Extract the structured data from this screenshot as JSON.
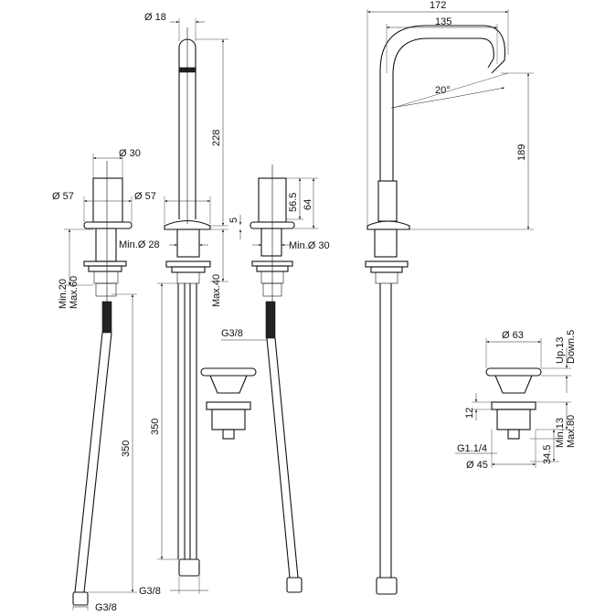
{
  "dimensions": {
    "d18": "Ø 18",
    "d30_top": "Ø 30",
    "d57_left": "Ø 57",
    "d57_mid": "Ø 57",
    "h228": "228",
    "h5": "5",
    "min28": "Min.Ø 28",
    "max40": "Max.40",
    "min20": "Min.20",
    "max60": "Max.60",
    "h350_left": "350",
    "h350_mid": "350",
    "g38_bottom_left": "G3/8",
    "g38_bottom_mid": "G3/8",
    "h56_5": "56.5",
    "h64": "64",
    "min30": "Min.Ø 30",
    "g38_right": "G3/8",
    "w172": "172",
    "w135": "135",
    "angle20": "20°",
    "h189": "189",
    "d63": "Ø 63",
    "up13": "Up.13",
    "down5": "Down.5",
    "h12": "12",
    "min13": "Min.13",
    "max80": "Max.80",
    "g114": "G1.1/4",
    "h34_5": "34.5",
    "d45": "Ø 45"
  }
}
